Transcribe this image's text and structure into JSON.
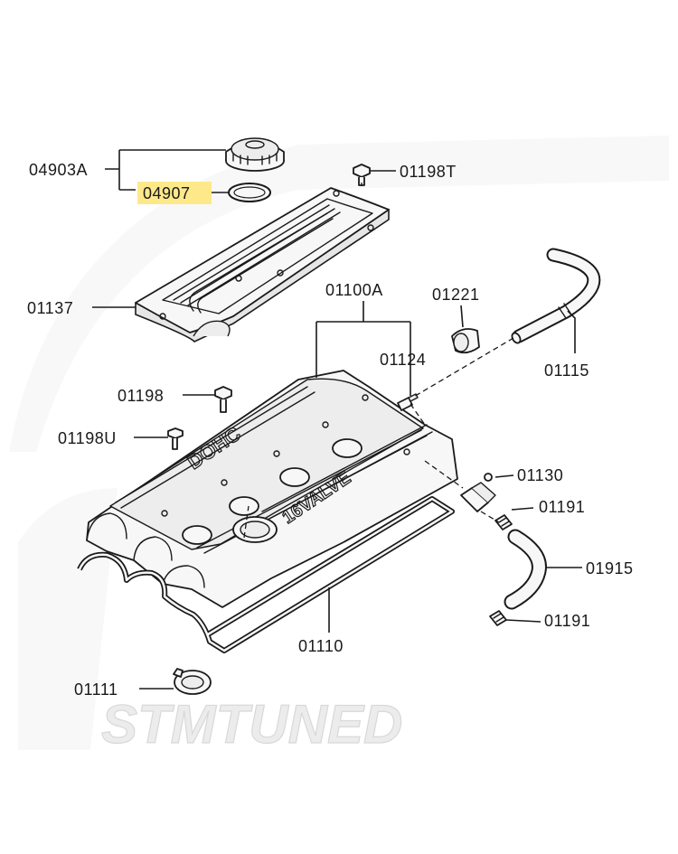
{
  "diagram": {
    "parts": [
      {
        "id": "04903A",
        "label": "04903A",
        "highlighted": false
      },
      {
        "id": "04907",
        "label": "04907",
        "highlighted": true
      },
      {
        "id": "01198T",
        "label": "01198T",
        "highlighted": false
      },
      {
        "id": "01137",
        "label": "01137",
        "highlighted": false
      },
      {
        "id": "01100A",
        "label": "01100A",
        "highlighted": false
      },
      {
        "id": "01221",
        "label": "01221",
        "highlighted": false
      },
      {
        "id": "01124",
        "label": "01124",
        "highlighted": false
      },
      {
        "id": "01115",
        "label": "01115",
        "highlighted": false
      },
      {
        "id": "01198",
        "label": "01198",
        "highlighted": false
      },
      {
        "id": "01198U",
        "label": "01198U",
        "highlighted": false
      },
      {
        "id": "01130",
        "label": "01130",
        "highlighted": false
      },
      {
        "id": "01191a",
        "label": "01191",
        "highlighted": false
      },
      {
        "id": "01915",
        "label": "01915",
        "highlighted": false
      },
      {
        "id": "01110",
        "label": "01110",
        "highlighted": false
      },
      {
        "id": "01191b",
        "label": "01191",
        "highlighted": false
      },
      {
        "id": "01111",
        "label": "01111",
        "highlighted": false
      }
    ],
    "engravings": {
      "cover_text_1": "DOHC",
      "cover_text_2": "16VALVE"
    },
    "highlight_color": "#fde98a"
  },
  "watermark": {
    "text": "STMTUNED"
  }
}
